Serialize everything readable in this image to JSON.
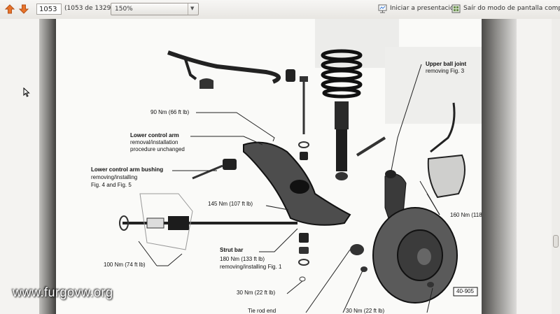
{
  "toolbar": {
    "prev_icon": "arrow-up-icon",
    "next_icon": "arrow-down-icon",
    "page_number": "1053",
    "page_count": "(1053 de 1329)",
    "zoom": "150%",
    "presentation_label": "Iniciar a presentación",
    "exit_fullscreen_label": "Saír do modo de pantalla completa",
    "colors": {
      "arrow": "#e8732a",
      "toolbar_bg": "#ebe9e5"
    }
  },
  "document": {
    "labels": {
      "upper_ball_joint": "Upper ball joint",
      "upper_ball_joint_sub": "removing Fig. 3",
      "torque_90": "90 Nm (66 ft lb)",
      "lower_control_arm": "Lower control arm",
      "lower_control_arm_sub1": "removal/installation",
      "lower_control_arm_sub2": "procedure unchanged",
      "bushing": "Lower control arm bushing",
      "bushing_sub1": "removing/installing",
      "bushing_sub2": "Fig. 4 and Fig. 5",
      "torque_145": "145 Nm (107 ft lb)",
      "torque_160": "160 Nm (118",
      "strut_bar": "Strut bar",
      "torque_180": "180 Nm (133 ft lb)",
      "strut_bar_sub": "removing/installing Fig. 1",
      "torque_100": "100 Nm (74 ft lb)",
      "torque_30a": "30 Nm (22 ft lb)",
      "tie_rod_end": "Tie rod end",
      "torque_30b": "30 Nm (22 ft lb)",
      "figure_code": "40-905"
    }
  },
  "watermark": "www.furgovw.org"
}
